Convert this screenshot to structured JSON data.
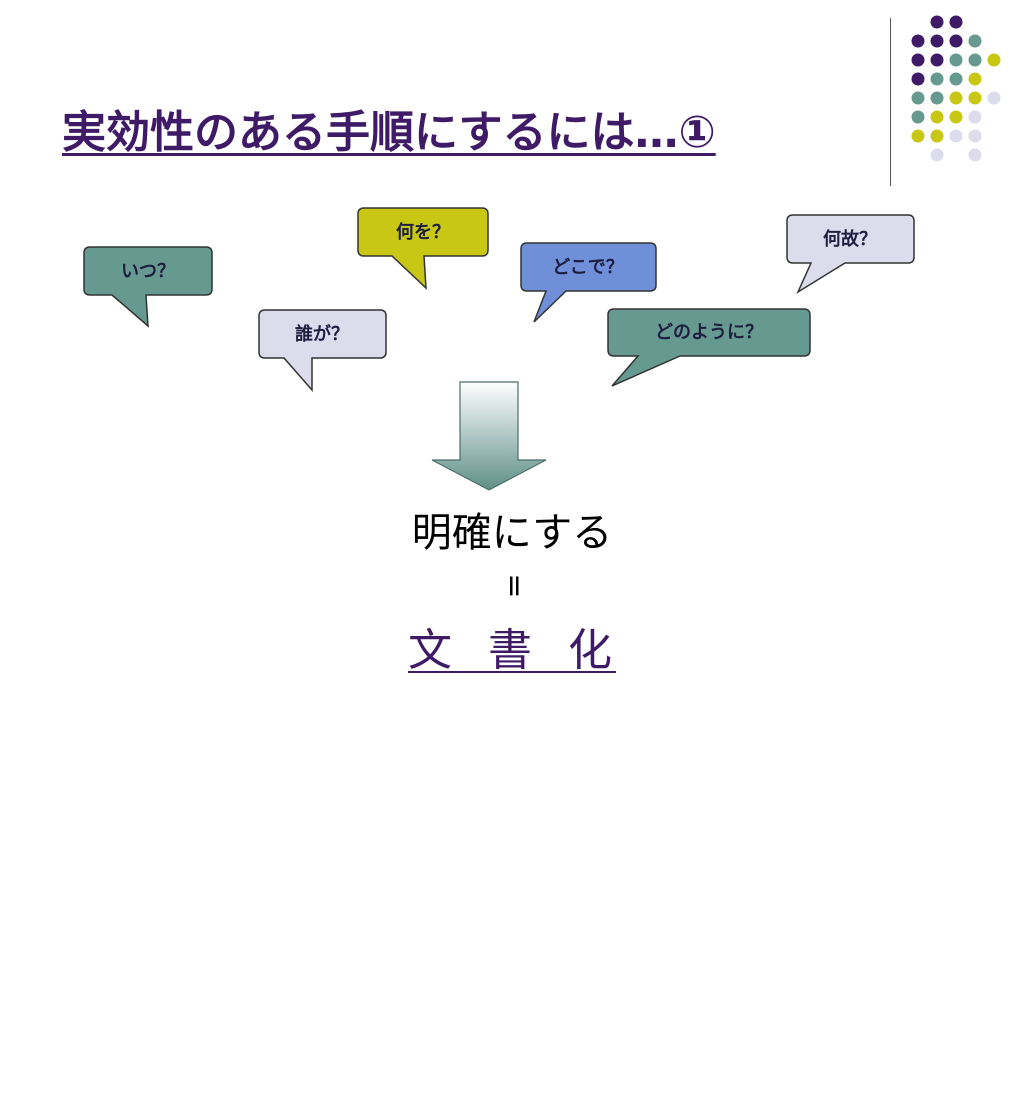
{
  "slide": {
    "title": "実効性のある手順にするには…①",
    "callouts": [
      {
        "id": "itsu",
        "text": "いつ？",
        "color": "#66998f"
      },
      {
        "id": "nani",
        "text": "何を？",
        "color": "#c8c814"
      },
      {
        "id": "doko",
        "text": "どこで？",
        "color": "#6f8fd8"
      },
      {
        "id": "naze",
        "text": "何故？",
        "color": "#dcdcec"
      },
      {
        "id": "dare",
        "text": "誰が？",
        "color": "#dcdcec"
      },
      {
        "id": "donoyouni",
        "text": "どのように？",
        "color": "#66998f"
      }
    ],
    "result_line": "明確にする",
    "equals": "=",
    "conclusion": "文 書 化"
  },
  "colors": {
    "title": "#3f1a66",
    "dot_purple": "#3f1a66",
    "dot_teal": "#66998f",
    "dot_yellow": "#c8c814",
    "dot_lavender": "#dcdcec"
  }
}
